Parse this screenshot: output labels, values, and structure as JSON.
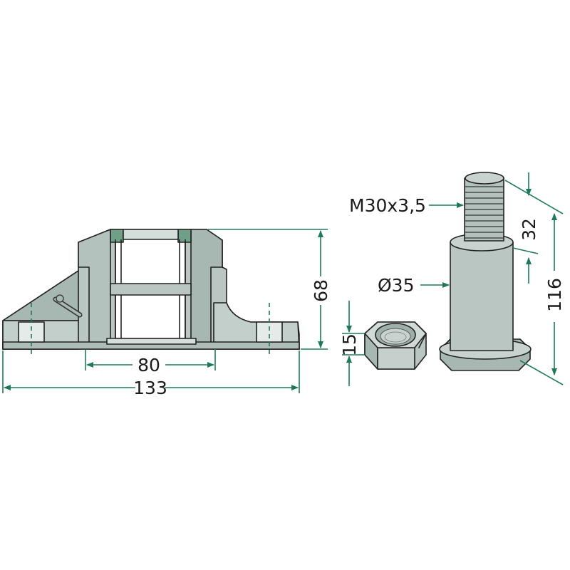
{
  "colors": {
    "part_fill": "#b9c6c1",
    "part_shade": "#a7b7b1",
    "part_light": "#d4dedb",
    "dimension_green": "#1f7a5a",
    "accent_green": "#6f9f86"
  },
  "dimensions": {
    "base_width": "133",
    "bolt_spacing": "80",
    "housing_height": "68",
    "nut_height": "15",
    "pin_diameter": "Ø35",
    "thread_spec": "M30x3,5",
    "thread_length": "32",
    "pin_length": "116"
  }
}
